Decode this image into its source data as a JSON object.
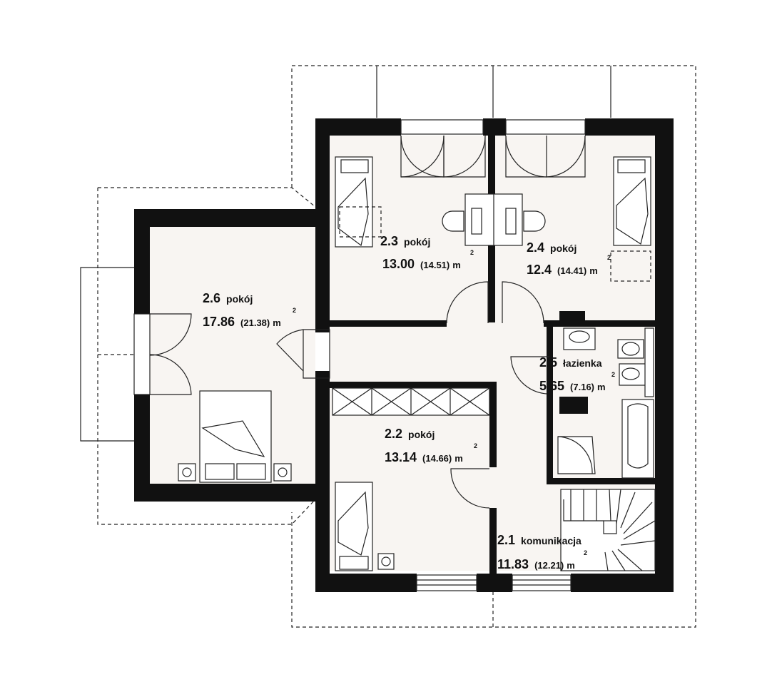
{
  "rooms": {
    "r23": {
      "number": "2.3",
      "name": "pokój",
      "area": "13.00",
      "gross": "(14.51)",
      "unit": "m",
      "sup": "2"
    },
    "r24": {
      "number": "2.4",
      "name": "pokój",
      "area": "12.4",
      "gross": "(14.41)",
      "unit": "m",
      "sup": "2"
    },
    "r26": {
      "number": "2.6",
      "name": "pokój",
      "area": "17.86",
      "gross": "(21.38)",
      "unit": "m",
      "sup": "2"
    },
    "r25": {
      "number": "2.5",
      "name": "łazienka",
      "area": "5.65",
      "gross": "(7.16)",
      "unit": "m",
      "sup": "2"
    },
    "r22": {
      "number": "2.2",
      "name": "pokój",
      "area": "13.14",
      "gross": "(14.66)",
      "unit": "m",
      "sup": "2"
    },
    "r21": {
      "number": "2.1",
      "name": "komunikacja",
      "area": "11.83",
      "gross": "(12.21)",
      "unit": "m",
      "sup": "2"
    }
  },
  "colors": {
    "wall": "#111111",
    "floor": "#f8f5f2",
    "line": "#222222"
  }
}
